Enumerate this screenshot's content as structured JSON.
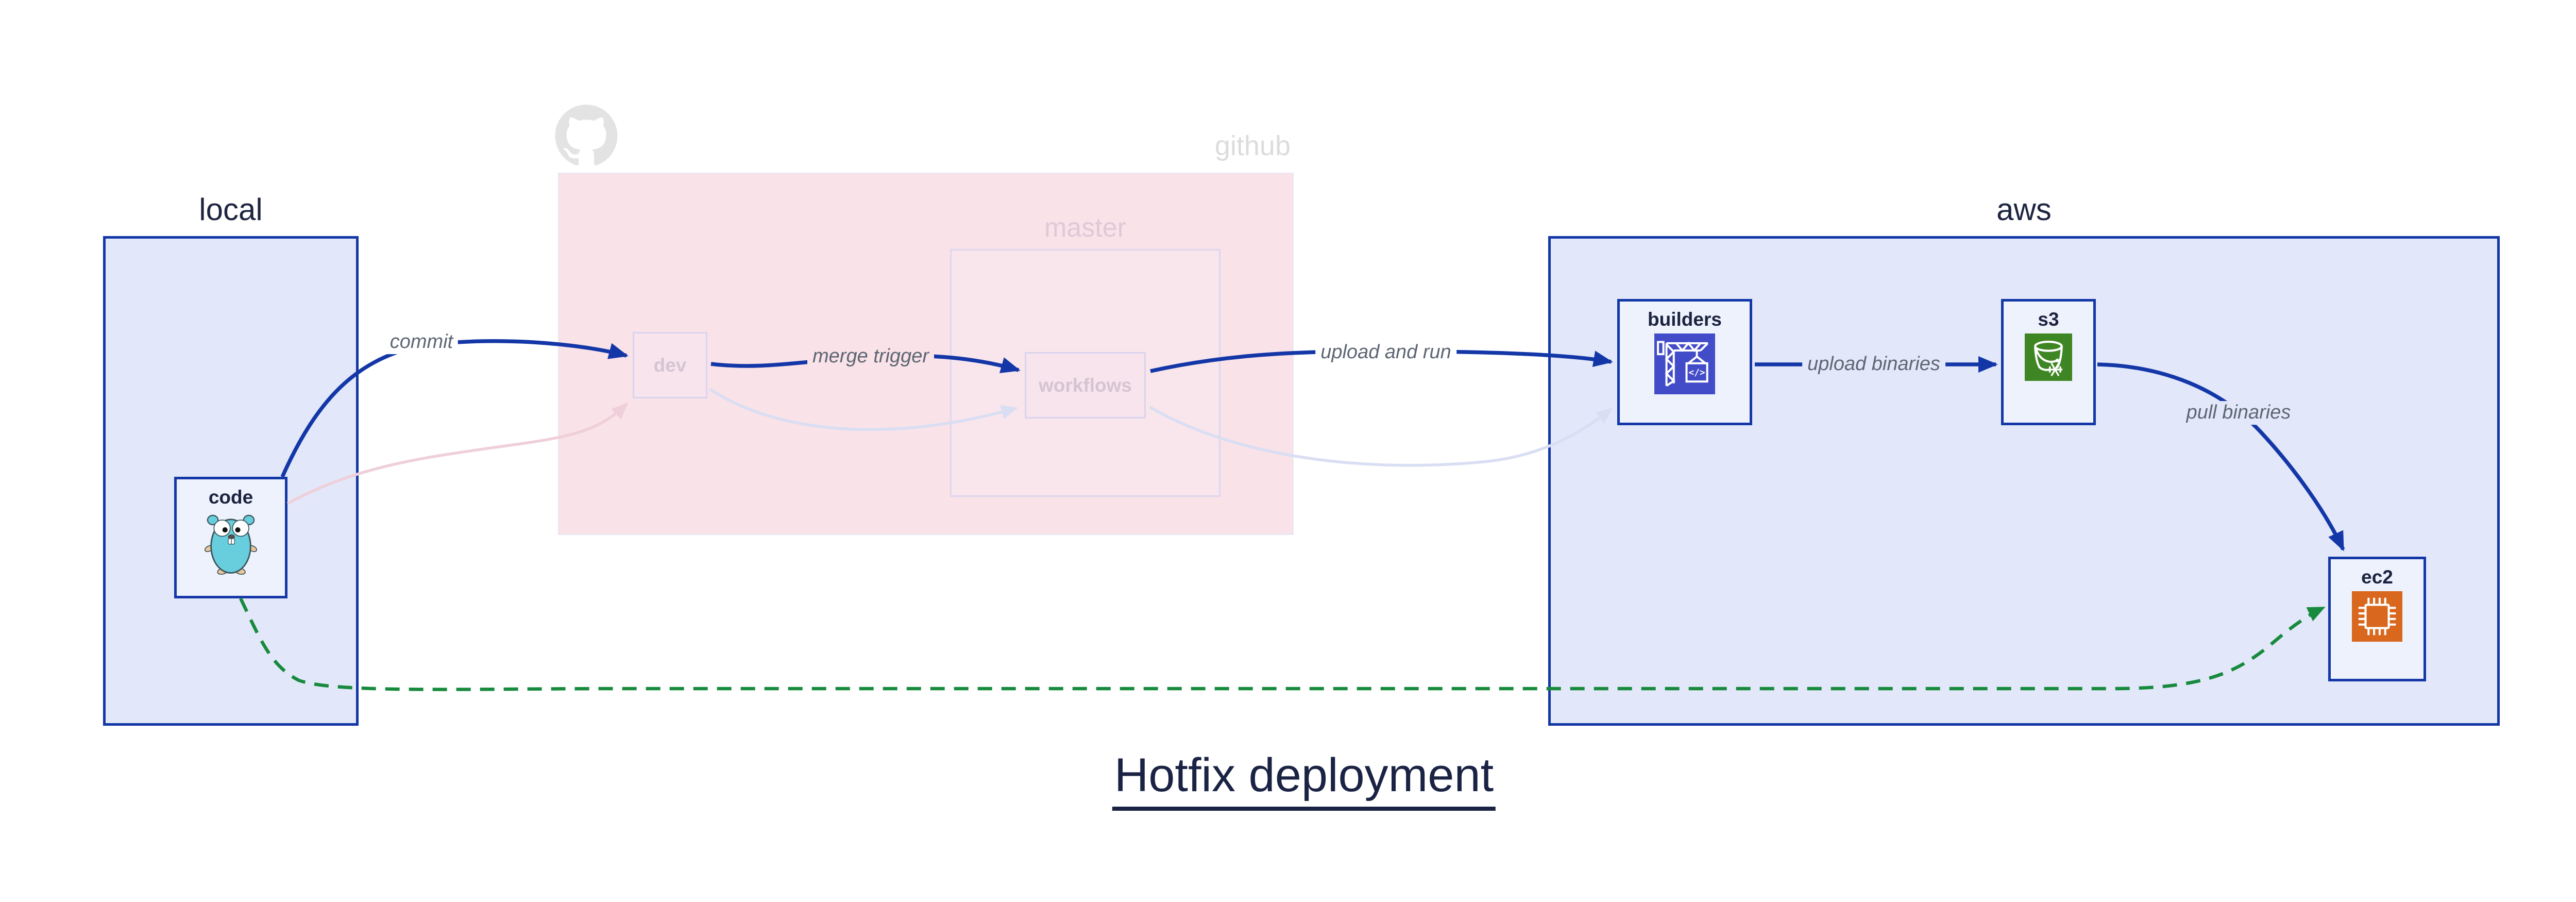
{
  "diagram": {
    "title": "Hotfix deployment",
    "groups": {
      "local": {
        "label": "local"
      },
      "github": {
        "label": "github",
        "master": {
          "label": "master"
        }
      },
      "aws": {
        "label": "aws"
      }
    },
    "nodes": {
      "code": {
        "label": "code",
        "icon": "go-gopher-icon"
      },
      "dev": {
        "label": "dev"
      },
      "workflows": {
        "label": "workflows"
      },
      "builders": {
        "label": "builders",
        "icon": "codebuild-crane-icon"
      },
      "s3": {
        "label": "s3",
        "icon": "s3-glacier-bucket-icon"
      },
      "ec2": {
        "label": "ec2",
        "icon": "ec2-chip-icon"
      }
    },
    "edges": [
      {
        "id": "commit",
        "label": "commit",
        "from": "code",
        "to": "dev",
        "style": "solid-blue"
      },
      {
        "id": "merge-trigger",
        "label": "merge trigger",
        "from": "dev",
        "to": "workflows",
        "style": "solid-blue"
      },
      {
        "id": "upload-and-run",
        "label": "upload and run",
        "from": "workflows",
        "to": "builders",
        "style": "solid-blue"
      },
      {
        "id": "upload-binaries",
        "label": "upload binaries",
        "from": "builders",
        "to": "s3",
        "style": "solid-blue"
      },
      {
        "id": "pull-binaries",
        "label": "pull binaries",
        "from": "s3",
        "to": "ec2",
        "style": "solid-blue"
      },
      {
        "id": "hotfix-direct",
        "from": "code",
        "to": "ec2",
        "style": "dashed-green"
      },
      {
        "id": "faded-code-dev",
        "from": "code",
        "to": "dev",
        "style": "faded-pink"
      },
      {
        "id": "faded-dev-workflows",
        "from": "dev",
        "to": "workflows",
        "style": "faded-lavender"
      },
      {
        "id": "faded-workflows-builders",
        "from": "workflows",
        "to": "builders",
        "style": "faded-lavender"
      }
    ],
    "colors": {
      "accent_blue": "#1437a8",
      "dashed_green": "#178a3d",
      "group_fill_blue": "#e2e8f9",
      "node_fill": "#eef2fc",
      "github_fill": "#f9e2e8",
      "faded_pink": "#efcfda",
      "faded_lavender": "#d9def3",
      "codebuild_purple": "#434cc8",
      "s3_green": "#3e8623",
      "ec2_orange": "#d9671d",
      "gopher_teal": "#68cedd",
      "text_dark": "#1b2344",
      "text_edge_label": "#5d6673",
      "text_faded_node": "#d5c5d2",
      "text_github": "#dcdcdc",
      "text_master": "#decad7"
    }
  }
}
